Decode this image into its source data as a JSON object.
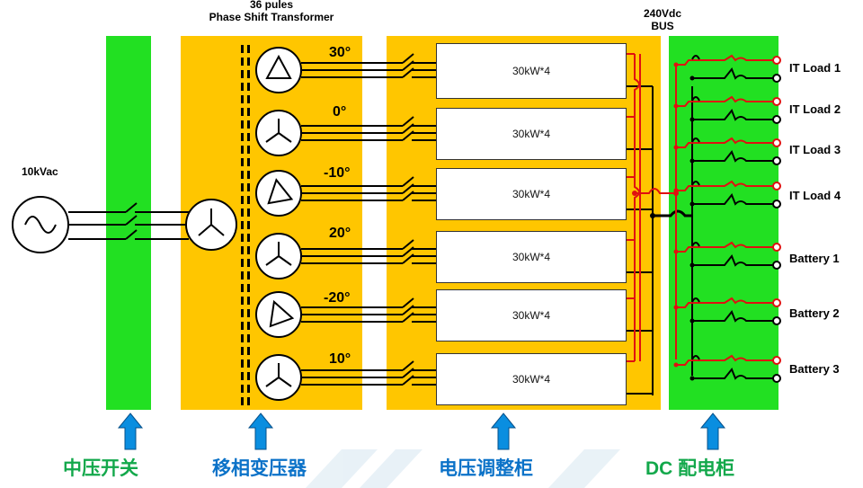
{
  "header": {
    "transformer_line1": "36 pules",
    "transformer_line2": "Phase Shift Transformer",
    "bus_line1": "240Vdc",
    "bus_line2": "BUS"
  },
  "source_label": "10kVac",
  "phase_angles": [
    "30°",
    "0°",
    "-10°",
    "20°",
    "-20°",
    "10°"
  ],
  "modules": [
    "30kW*4",
    "30kW*4",
    "30kW*4",
    "30kW*4",
    "30kW*4",
    "30kW*4"
  ],
  "outputs": [
    "IT Load 1",
    "IT Load 2",
    "IT Load 3",
    "IT Load 4",
    "Battery 1",
    "Battery 2",
    "Battery 3"
  ],
  "captions": {
    "mv_switch": "中压开关",
    "phase_shift_transformer": "移相变压器",
    "voltage_regulator_cabinet": "电压调整柜",
    "dc_distribution_cabinet": "DC 配电柜"
  },
  "colors": {
    "green": "#22e022",
    "orange": "#ffc600",
    "red": "#e01010",
    "arrow": "#0a8ee0",
    "caption_green": "#13a84b",
    "caption_blue": "#0b72c8"
  }
}
